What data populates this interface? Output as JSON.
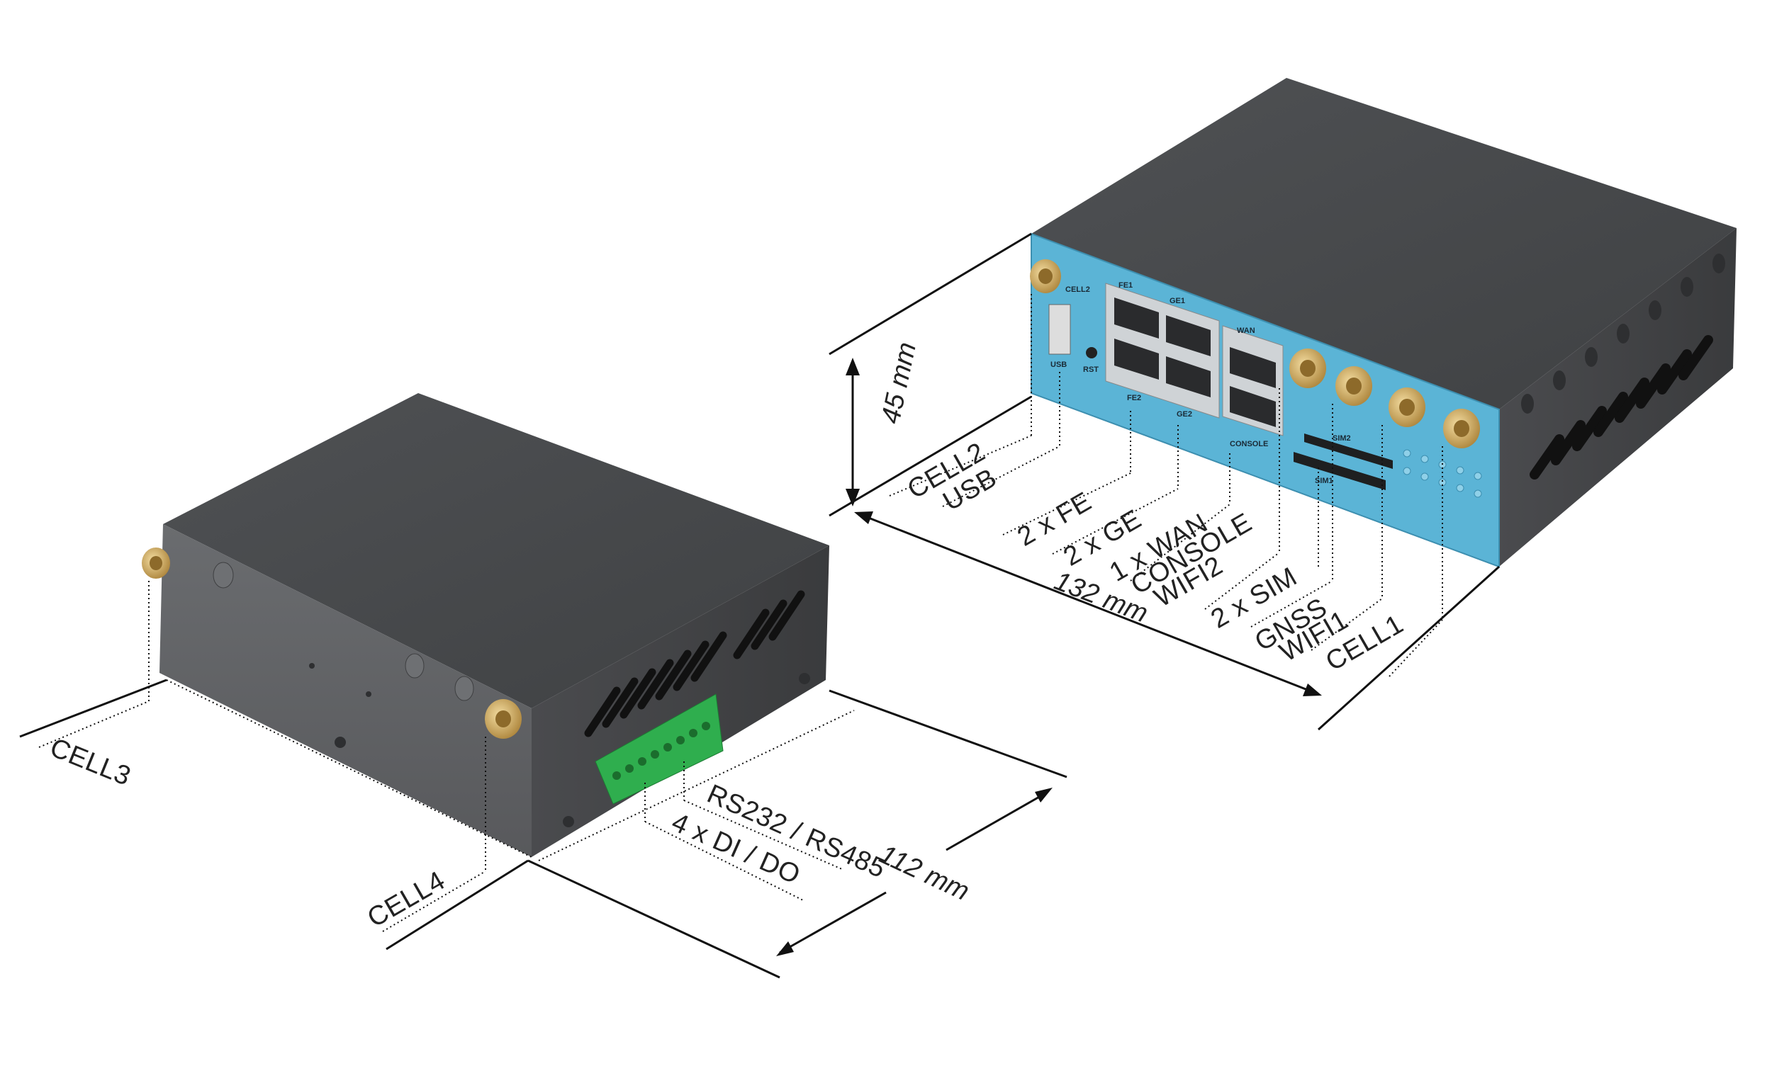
{
  "right_device": {
    "dimension_height": "45 mm",
    "dimension_width": "132 mm",
    "labels": [
      "CELL2",
      "USB",
      "2 x FE",
      "2 x GE",
      "1 x WAN",
      "CONSOLE",
      "WIFI2",
      "2 x SIM",
      "GNSS",
      "WIFI1",
      "CELL1"
    ],
    "panel_silkscreen": {
      "cell2": "CELL2",
      "usb": "USB",
      "rst": "RST",
      "fe1": "FE1",
      "ge1": "GE1",
      "fe2": "FE2",
      "ge2": "GE2",
      "wan": "WAN",
      "console": "CONSOLE",
      "sim2": "SIM2",
      "sim1": "SIM1"
    },
    "panel_color": "#5bb4d6",
    "body_color": "#55575a"
  },
  "left_device": {
    "dimension_depth": "112 mm",
    "labels": [
      "CELL3",
      "CELL4",
      "RS232 / RS485",
      "4 x DI / DO"
    ],
    "body_color": "#5a5c5f",
    "terminal_color": "#2fae4e",
    "connector_color": "#c9a35a"
  }
}
